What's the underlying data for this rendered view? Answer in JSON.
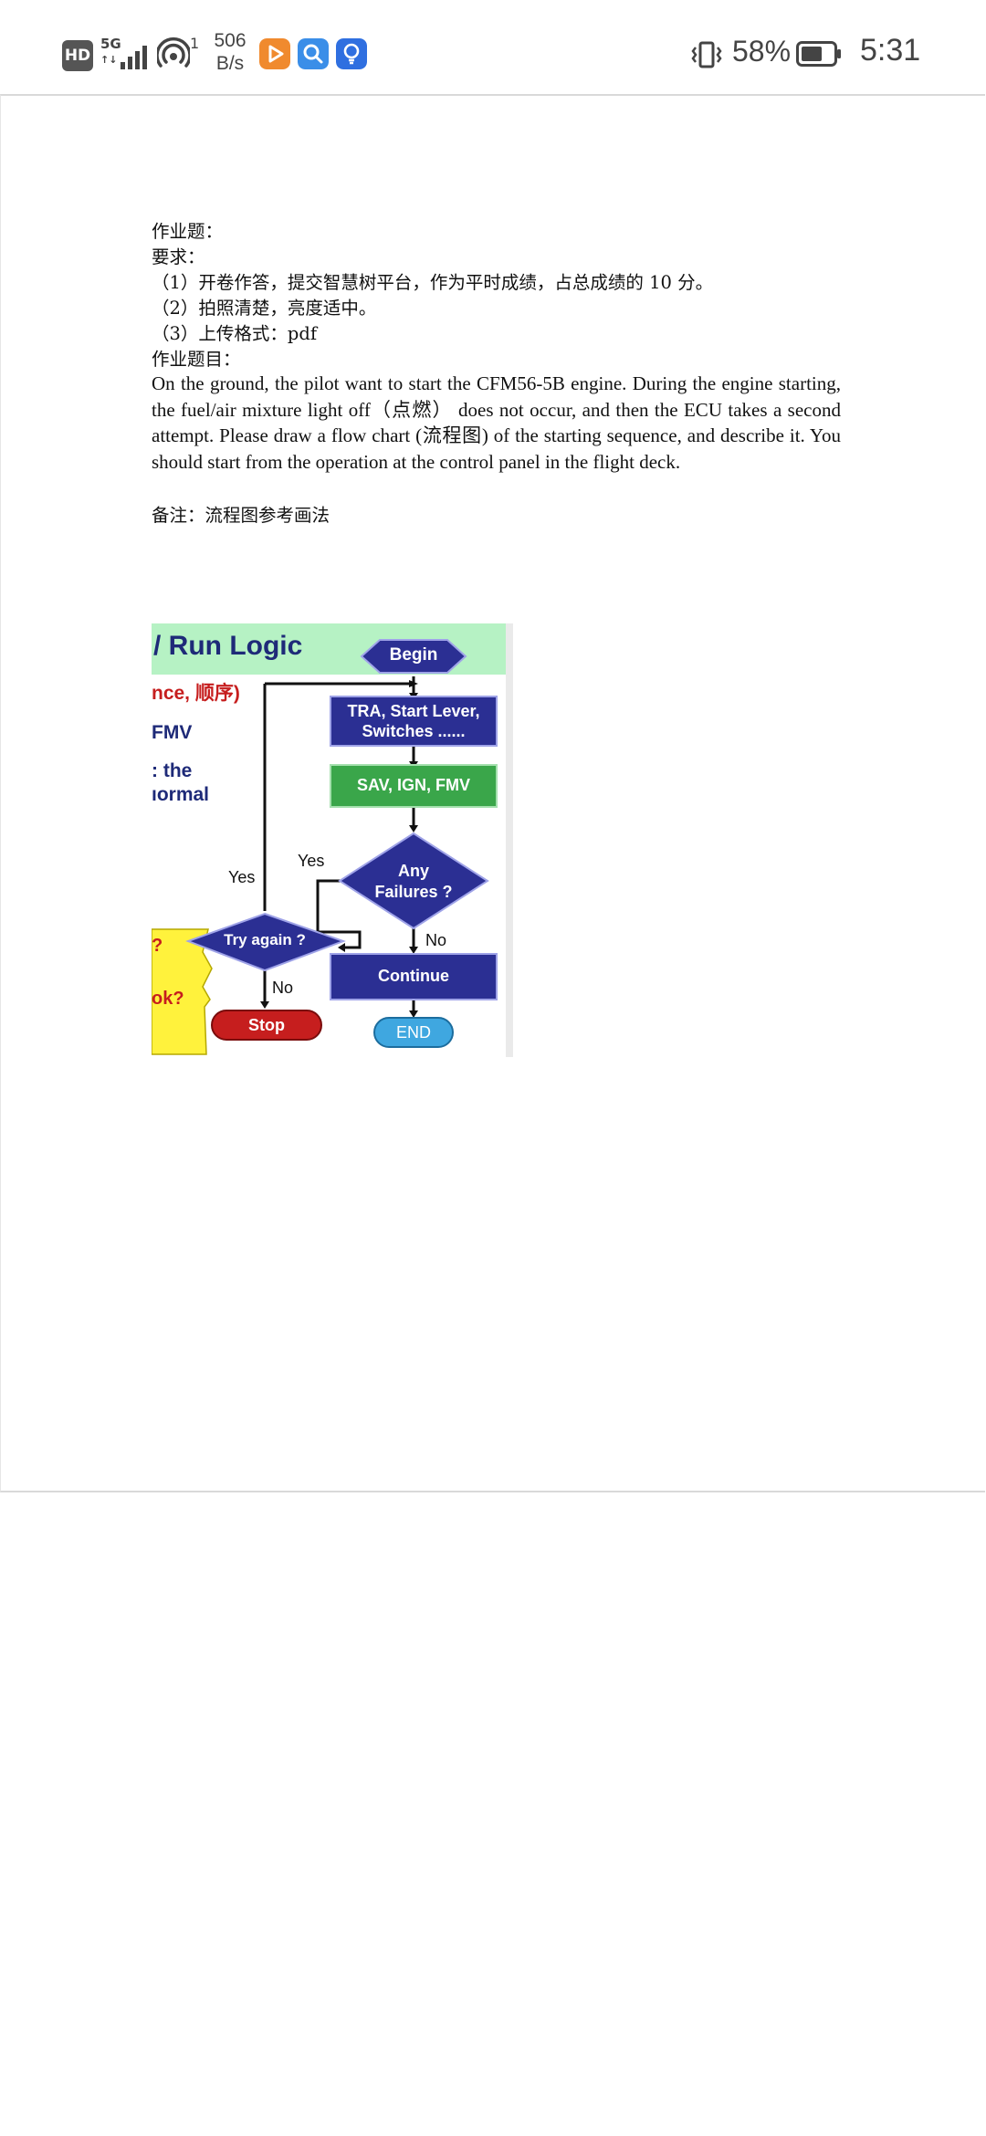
{
  "status_bar": {
    "hd": "HD",
    "network": "5G",
    "hotspot_count": "1",
    "speed_value": "506",
    "speed_unit": "B/s",
    "battery_percent": "58%",
    "time": "5:31"
  },
  "document": {
    "heading": "作业题：",
    "requirements_label": "要求：",
    "req1": "（1）开卷作答，提交智慧树平台，作为平时成绩，占总成绩的 10 分。",
    "req2": "（2）拍照清楚，亮度适中。",
    "req3": "（3）上传格式：pdf",
    "task_label": "作业题目：",
    "task_text": "On the ground, the pilot want to start the CFM56-5B engine. During the engine starting, the fuel/air mixture light off（点燃） does not occur, and then the ECU takes a second attempt. Please draw a flow chart (流程图) of the starting sequence, and describe it. You should start from the operation at the control panel in the flight deck.",
    "note": "备注：流程图参考画法"
  },
  "flowchart": {
    "banner_title": "/ Run Logic",
    "left_label_1a": "nce,",
    "left_label_1b": "顺序)",
    "left_label_2": "FMV",
    "left_label_3": ": the",
    "left_label_4": "ıormal",
    "yellow_text_1": "?",
    "yellow_text_2": "ok?",
    "begin": "Begin",
    "step1_line1": "TRA, Start Lever,",
    "step1_line2": "Switches ......",
    "step2": "SAV, IGN, FMV",
    "decision_line1": "Any",
    "decision_line2": "Failures ?",
    "yes_label_1": "Yes",
    "yes_label_2": "Yes",
    "no_label_1": "No",
    "no_label_2": "No",
    "try_again": "Try again ?",
    "continue": "Continue",
    "stop": "Stop",
    "end": "END"
  },
  "colors": {
    "navy": "#2b2f93",
    "green": "#3aa64a",
    "red": "#c61e1e",
    "sky": "#3fa7e0",
    "banner_green": "#a8f0b8",
    "yellow": "#fff03a"
  }
}
